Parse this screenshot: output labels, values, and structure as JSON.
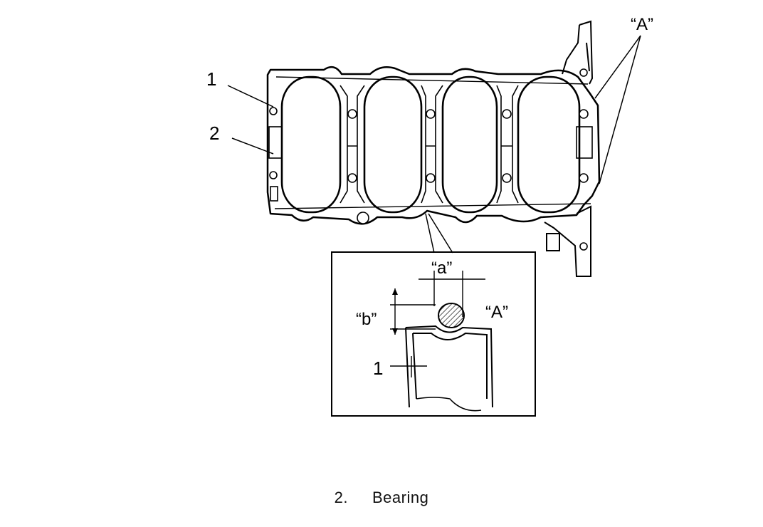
{
  "diagram": {
    "callouts": {
      "part_1": "1",
      "part_2": "2",
      "label_A_top": "“A”",
      "detail_a": "“a”",
      "detail_b": "“b”",
      "detail_A": "“A”",
      "detail_1": "1"
    },
    "stroke_color": "#000000",
    "hatch_color": "#555555"
  },
  "caption": {
    "number": "2.",
    "text": "Bearing"
  }
}
